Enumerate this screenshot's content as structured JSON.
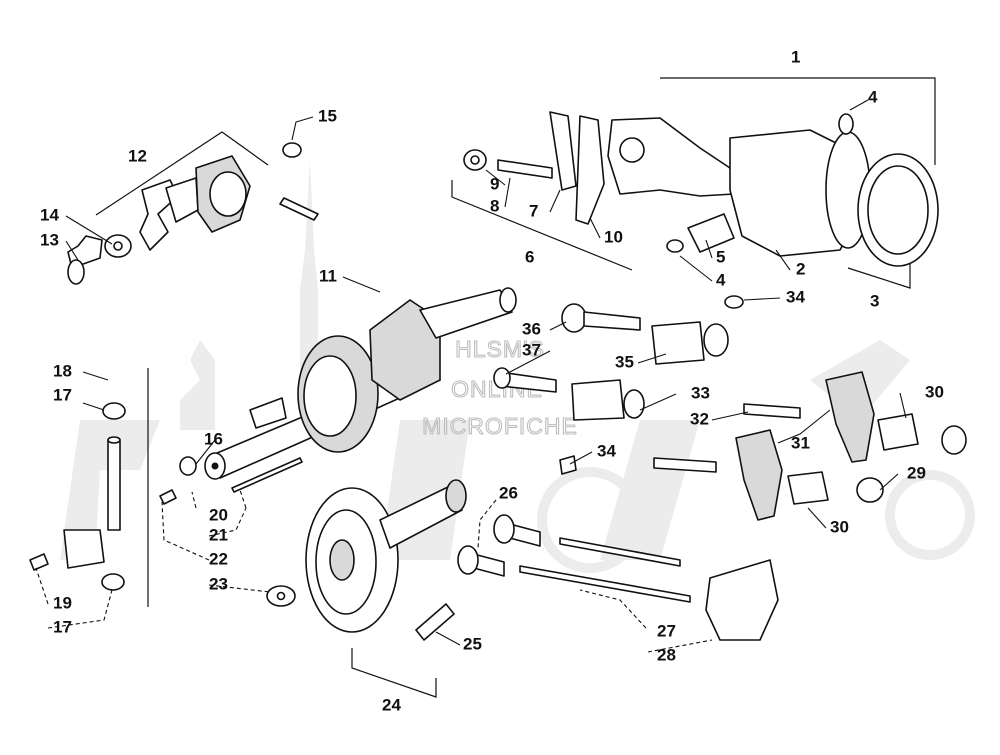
{
  "watermark": {
    "lines": [
      "HLSM'S",
      "ONLINE",
      "MICROFICHE"
    ]
  },
  "callouts": {
    "c1": "1",
    "c2": "2",
    "c3": "3",
    "c4a": "4",
    "c4b": "4",
    "c5": "5",
    "c6": "6",
    "c7": "7",
    "c8": "8",
    "c9": "9",
    "c10": "10",
    "c11": "11",
    "c12": "12",
    "c13": "13",
    "c14": "14",
    "c15": "15",
    "c16": "16",
    "c17a": "17",
    "c17b": "17",
    "c18": "18",
    "c19": "19",
    "c20": "20",
    "c21": "21",
    "c22": "22",
    "c23": "23",
    "c24": "24",
    "c25": "25",
    "c26": "26",
    "c27": "27",
    "c28": "28",
    "c29": "29",
    "c30a": "30",
    "c30b": "30",
    "c31": "31",
    "c32": "32",
    "c33": "33",
    "c34a": "34",
    "c34b": "34",
    "c35": "35",
    "c36": "36",
    "c37": "37"
  }
}
